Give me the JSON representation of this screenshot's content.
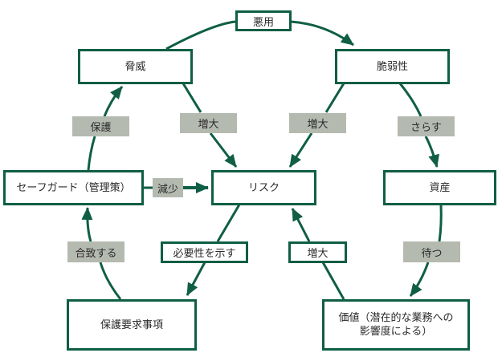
{
  "colors": {
    "line": "#0f5e45",
    "node_border": "#0f5e45",
    "label_fill": "#b5bab0",
    "text": "#2a2a2a"
  },
  "nodes": {
    "threat": "脅威",
    "vulnerability": "脆弱性",
    "safeguard": "セーフガード（管理策）",
    "risk": "リスク",
    "asset": "資産",
    "protection_requirements": "保護要求事項",
    "value_line1": "価値（潜在的な業務への",
    "value_line2": "影響度による）"
  },
  "edge_labels": {
    "exploit": "悪用",
    "protect": "保護",
    "increase_threat_risk": "増大",
    "increase_vuln_risk": "増大",
    "expose": "さらす",
    "reduce": "減少",
    "meet": "合致する",
    "indicate": "必要性を示す",
    "increase_value_risk": "増大",
    "have": "待つ"
  },
  "edges": [
    {
      "from": "threat",
      "to": "vulnerability",
      "label": "exploit"
    },
    {
      "from": "threat",
      "to": "risk",
      "label": "increase_threat_risk"
    },
    {
      "from": "vulnerability",
      "to": "risk",
      "label": "increase_vuln_risk"
    },
    {
      "from": "vulnerability",
      "to": "asset",
      "label": "expose"
    },
    {
      "from": "safeguard",
      "to": "threat",
      "label": "protect"
    },
    {
      "from": "safeguard",
      "to": "risk",
      "label": "reduce"
    },
    {
      "from": "risk",
      "to": "protection_requirements",
      "label": "indicate"
    },
    {
      "from": "protection_requirements",
      "to": "safeguard",
      "label": "meet"
    },
    {
      "from": "asset",
      "to": "value",
      "label": "have"
    },
    {
      "from": "value",
      "to": "risk",
      "label": "increase_value_risk"
    }
  ]
}
